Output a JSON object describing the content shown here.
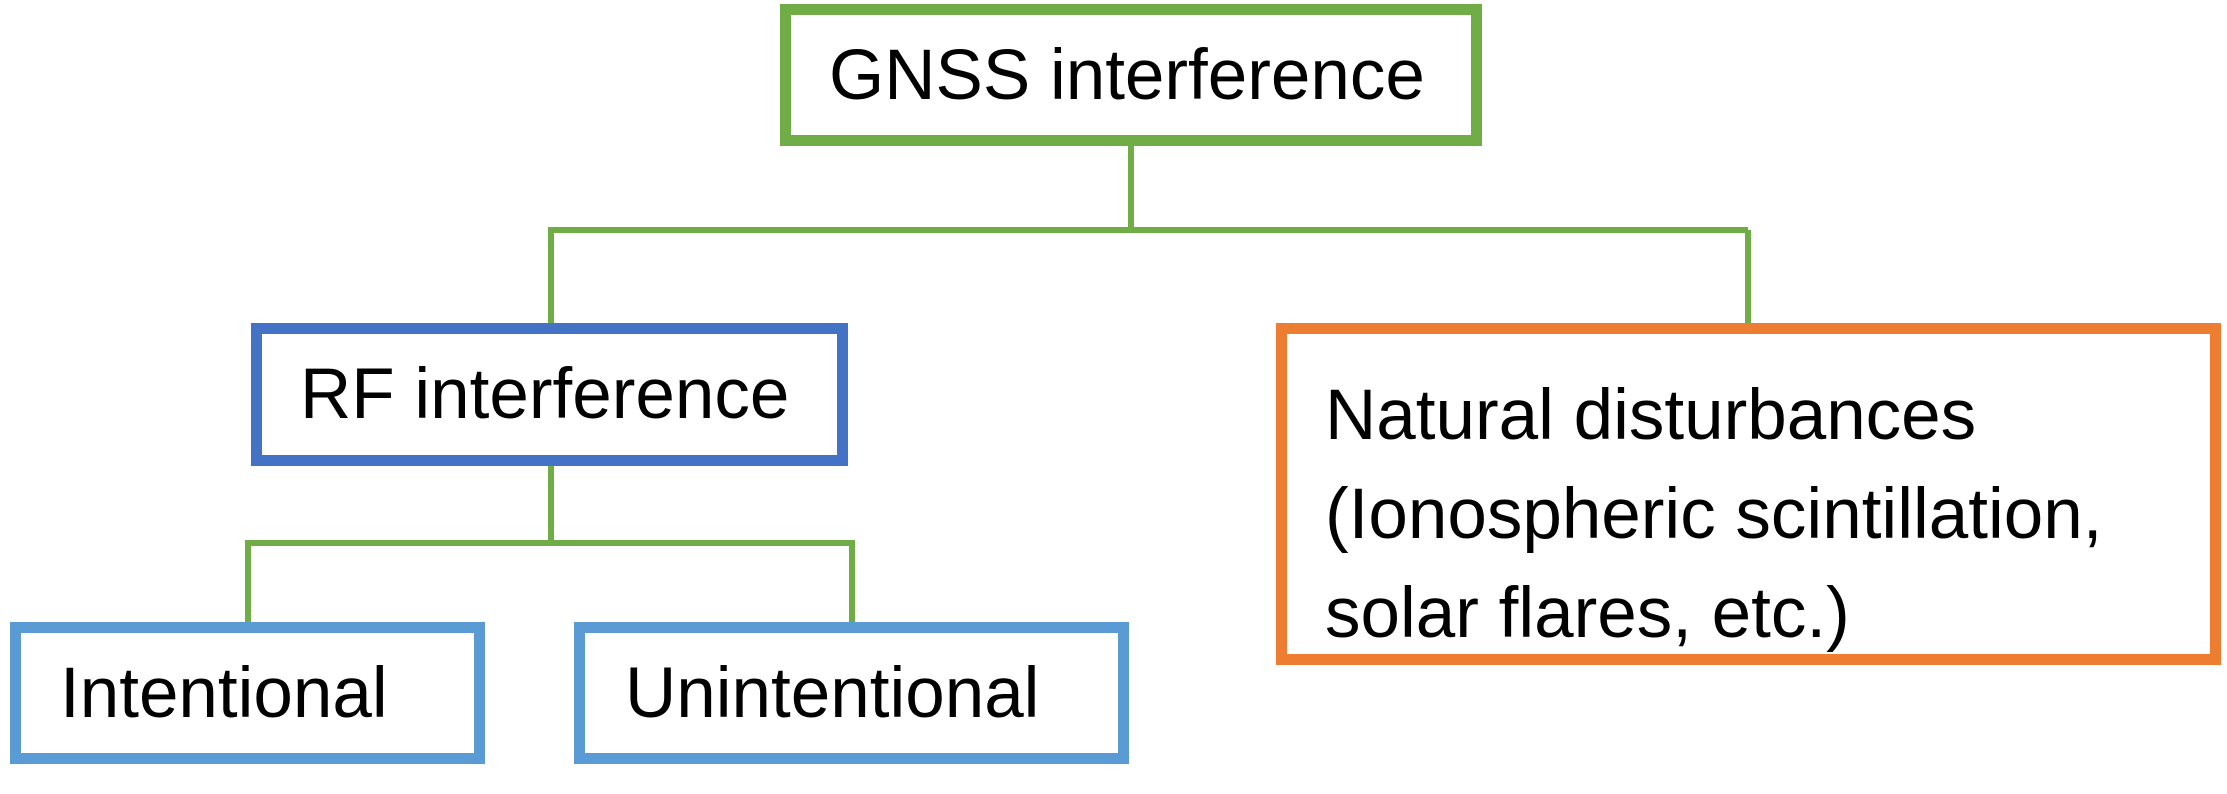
{
  "diagram": {
    "root": {
      "label": "GNSS interference"
    },
    "rf": {
      "label": "RF interference"
    },
    "natural": {
      "lines": [
        "Natural disturbances",
        "(Ionospheric scintillation,",
        "solar flares, etc.)"
      ]
    },
    "intentional": {
      "label": "Intentional"
    },
    "unintentional": {
      "label": "Unintentional"
    }
  },
  "colors": {
    "root_border": "#70ad47",
    "rf_border": "#4472c4",
    "natural_border": "#ed7d31",
    "leaf_border": "#5b9bd5",
    "connector": "#70ad47"
  }
}
